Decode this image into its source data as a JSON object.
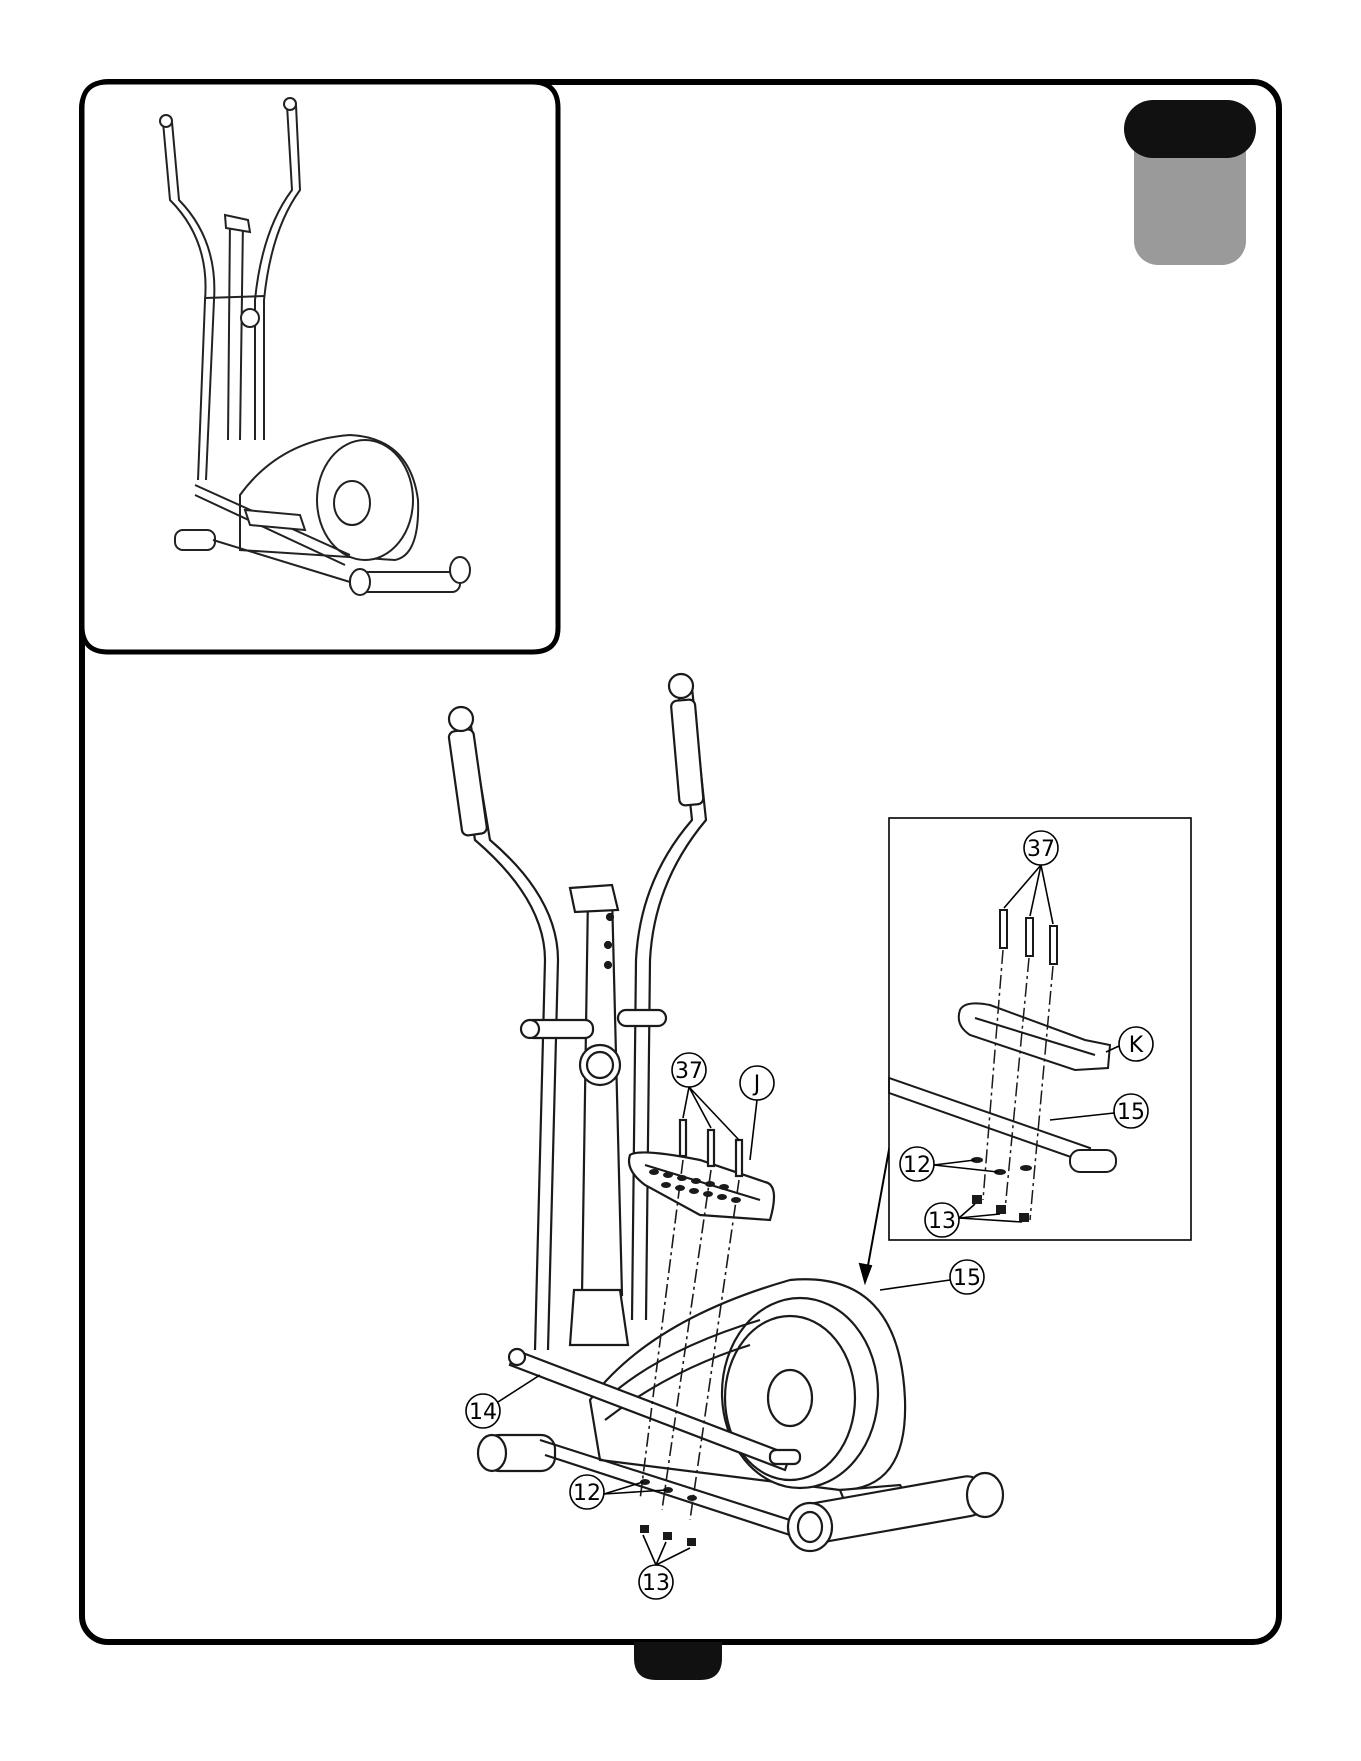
{
  "overview_panel": {
    "label": ""
  },
  "step_tab": {
    "number": ""
  },
  "page_tab": {
    "number": ""
  },
  "callouts": {
    "c37_main": "37",
    "cJ": "J",
    "c15_main": "15",
    "c14": "14",
    "c12_main": "12",
    "c13_main": "13"
  },
  "detail_callouts": {
    "c37": "37",
    "cK": "K",
    "c15": "15",
    "c12": "12",
    "c13": "13"
  },
  "colors": {
    "border": "#000000",
    "tab_black": "#111111",
    "tab_gray": "#9a9a9a",
    "line": "#1a1a1a"
  }
}
